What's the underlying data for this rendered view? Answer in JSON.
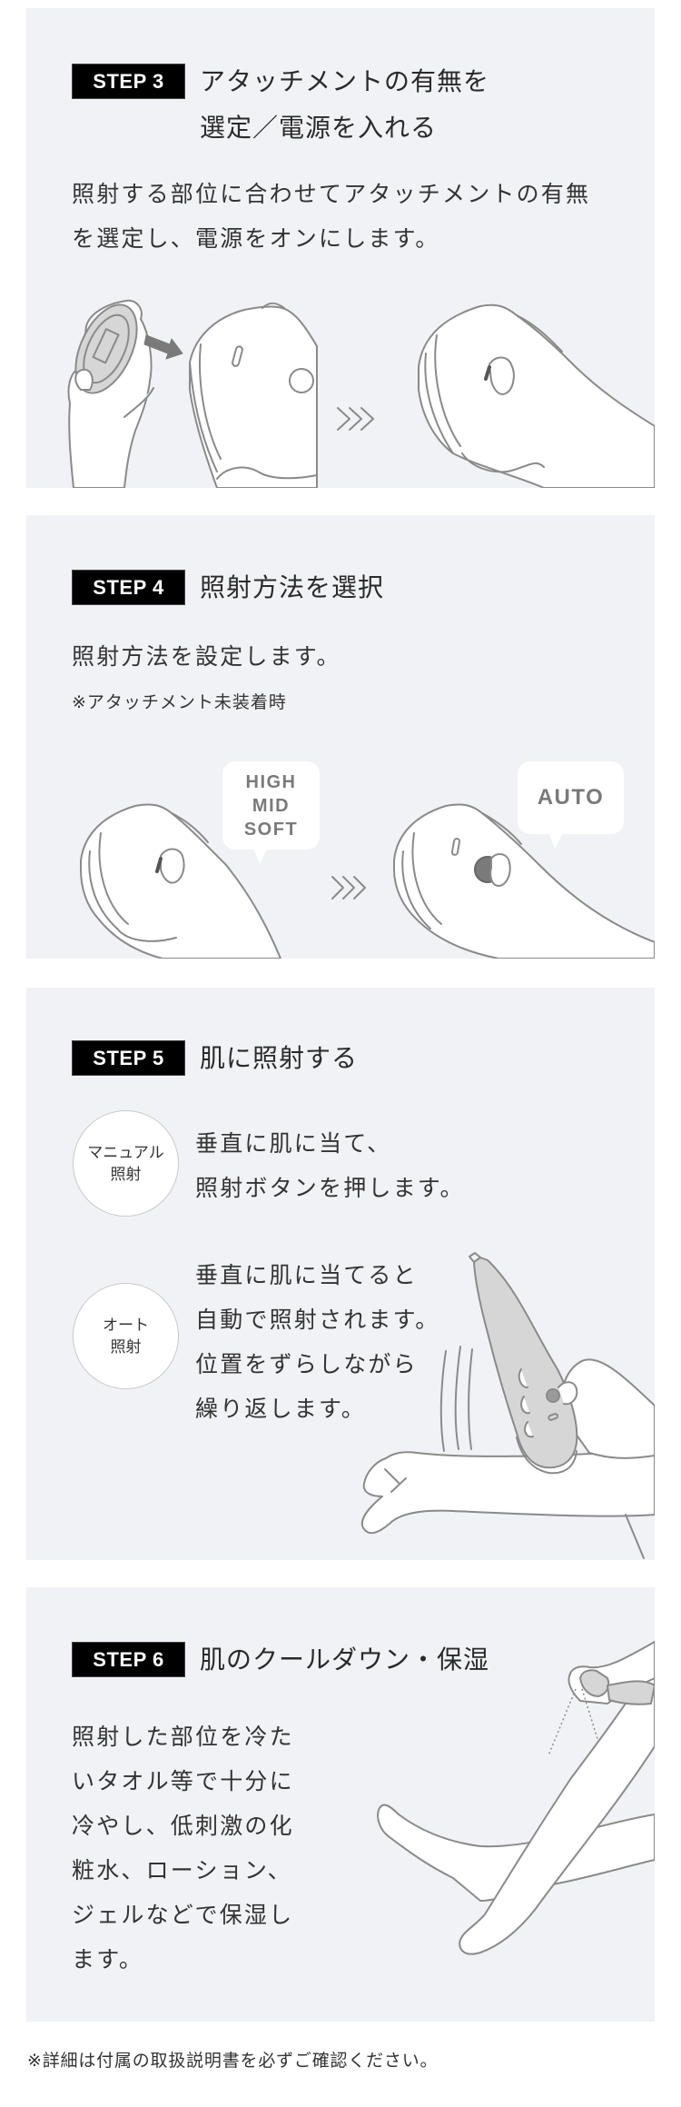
{
  "steps": [
    {
      "badge": "STEP 3",
      "title_lines": [
        "アタッチメントの有無を",
        "選定／電源を入れる"
      ],
      "body_lines": [
        "照射する部位に合わせてアタッチメントの有無",
        "を選定し、電源をオンにします。"
      ],
      "illustration": "attach-and-power-on-illustration"
    },
    {
      "badge": "STEP 4",
      "title_lines": [
        "照射方法を選択"
      ],
      "body_lines": [
        "照射方法を設定します。"
      ],
      "note": "※アタッチメント未装着時",
      "bubble_manual_lines": [
        "HIGH",
        "MID",
        "SOFT"
      ],
      "bubble_auto": "AUTO"
    },
    {
      "badge": "STEP 5",
      "title_lines": [
        "肌に照射する"
      ],
      "modes": [
        {
          "circle_lines": [
            "マニュアル",
            "照射"
          ],
          "text_lines": [
            "垂直に肌に当て、",
            "照射ボタンを押します。"
          ]
        },
        {
          "circle_lines": [
            "オート",
            "照射"
          ],
          "text_lines": [
            "垂直に肌に当てると",
            "自動で照射されます。",
            "位置をずらしながら",
            "繰り返します。"
          ]
        }
      ]
    },
    {
      "badge": "STEP 6",
      "title_lines": [
        "肌のクールダウン・保湿"
      ],
      "body_lines": [
        "照射した部位を冷た",
        "いタオル等で十分に",
        "冷やし、低刺激の化",
        "粧水、ローション、",
        "ジェルなどで保湿し",
        "ます。"
      ]
    }
  ],
  "footnote": "※詳細は付属の取扱説明書を必ずご確認ください。",
  "colors": {
    "card_bg": "#f1f2f6",
    "badge_bg": "#000000",
    "badge_text": "#ffffff",
    "line_art": "#8a8a8a",
    "device_fill": "#d6d6d6",
    "bubble_text": "#7a7a7a"
  }
}
